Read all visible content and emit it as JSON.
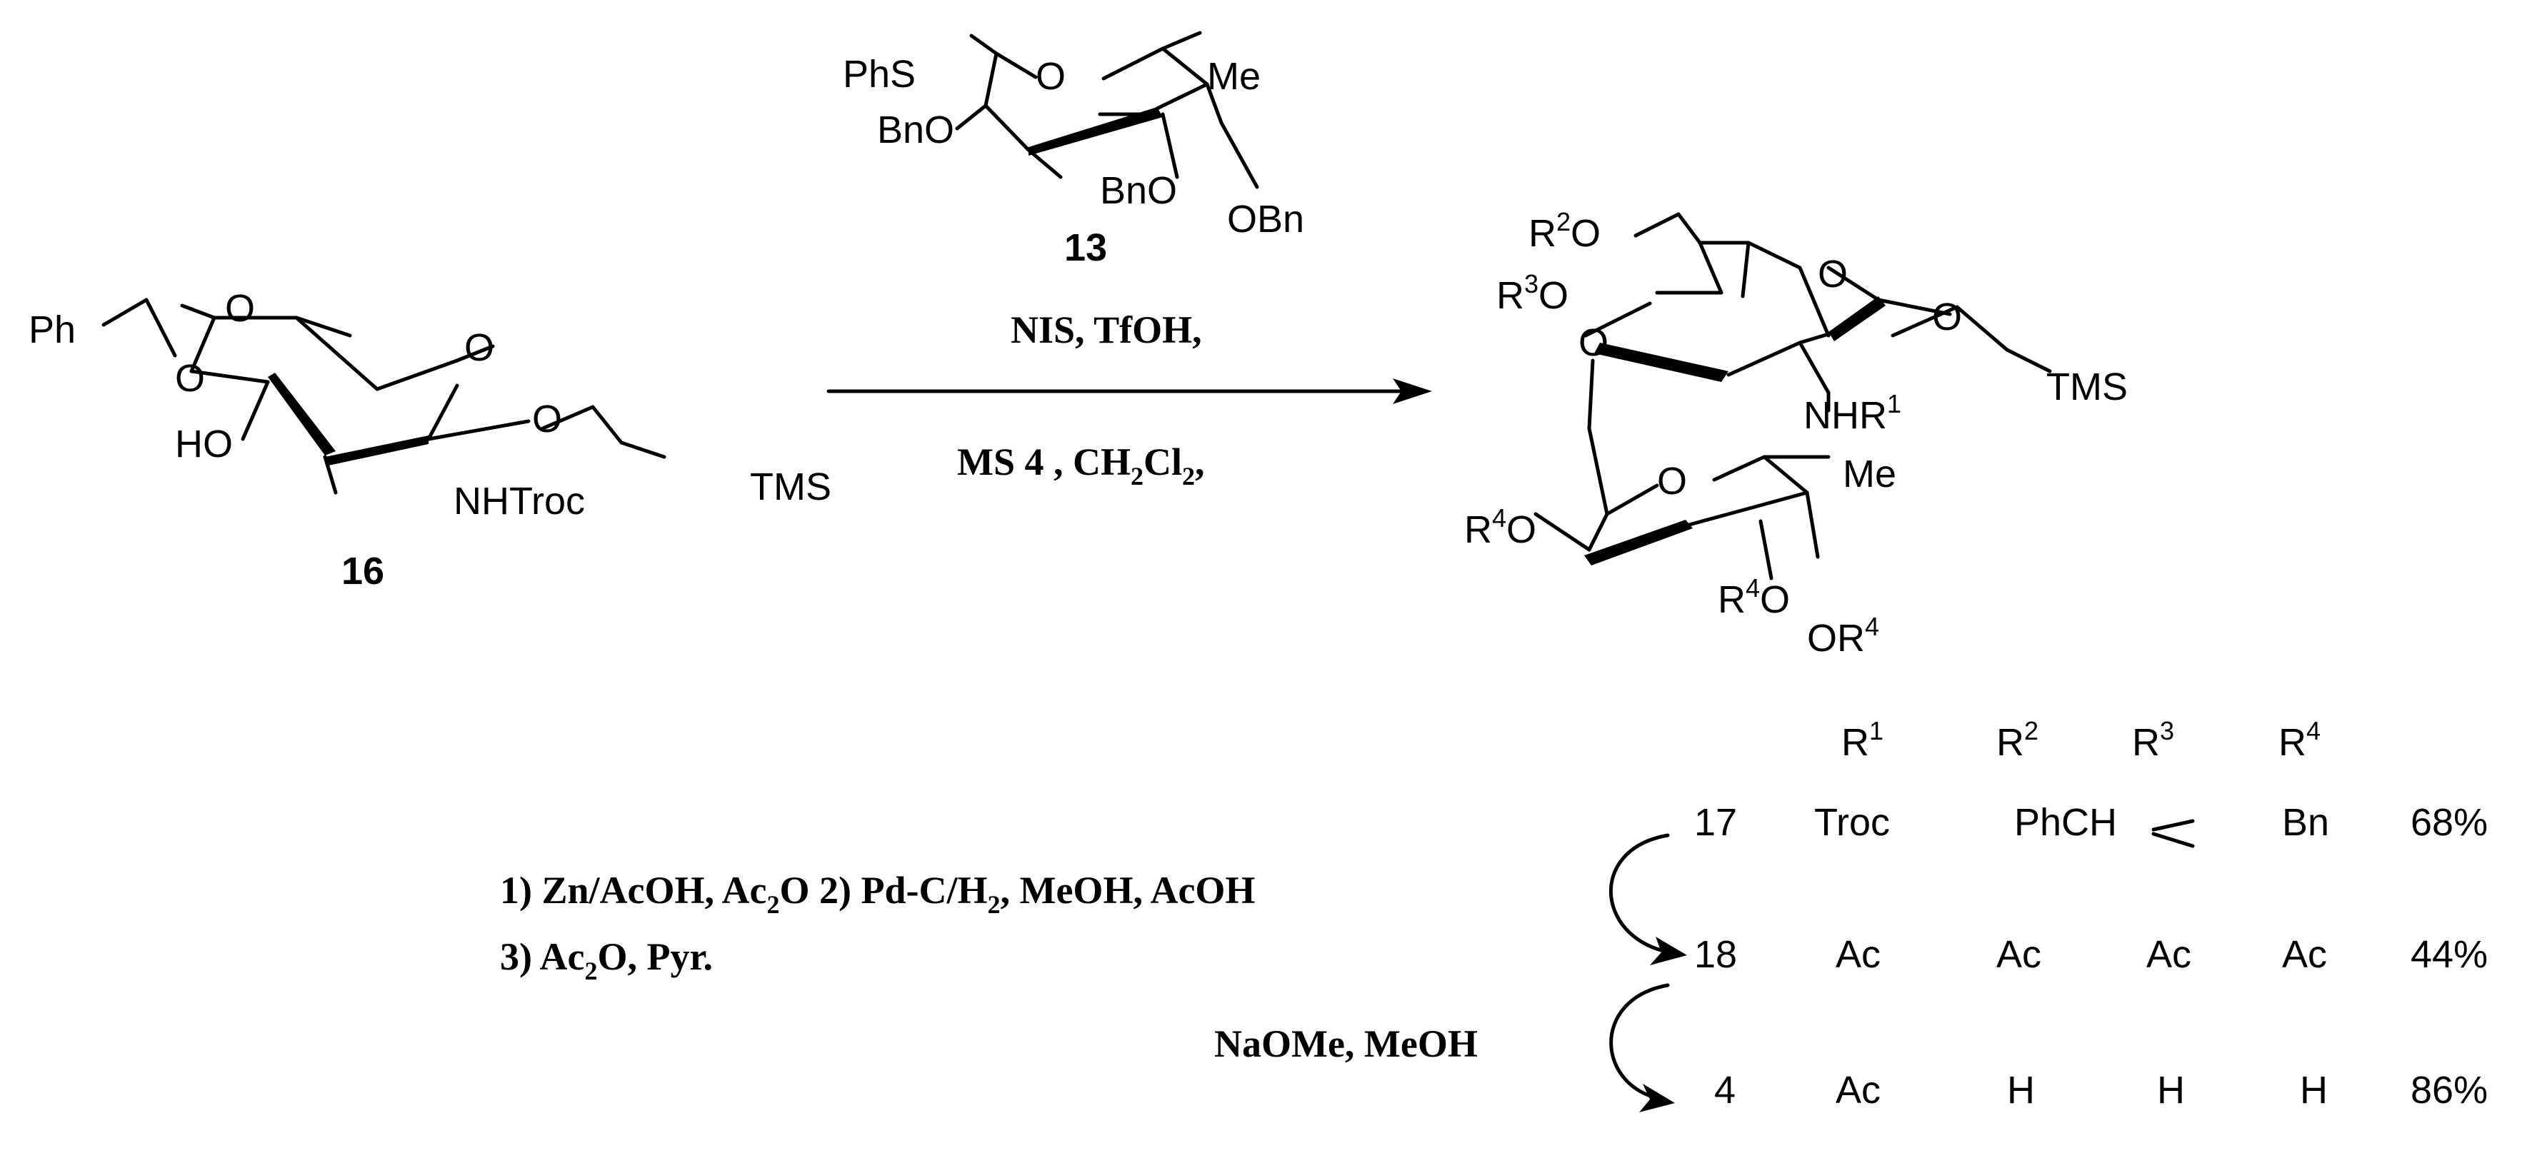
{
  "compounds": {
    "donor_13": {
      "id": "13",
      "atoms": {
        "phs": "PhS",
        "o_ring": "O",
        "me": "Me",
        "bno_left": "BnO",
        "bno_mid": "BnO",
        "obn": "OBn"
      }
    },
    "acceptor_16": {
      "id": "16",
      "atoms": {
        "ph": "Ph",
        "o_acetal_top": "O",
        "o_acetal_left": "O",
        "o_ring": "O",
        "ho": "HO",
        "o_glyc": "O",
        "nhtroc": "NHTroc",
        "tms": "TMS"
      }
    },
    "product": {
      "atoms": {
        "r2o_R": "R",
        "r2o_sup": "2",
        "r2o_O": "O",
        "r3o_R": "R",
        "r3o_sup": "3",
        "r3o_O": "O",
        "o_ring_upper": "O",
        "o_link": "O",
        "o_glyc": "O",
        "nhr_NHR": "NHR",
        "nhr_sup": "1",
        "tms": "TMS",
        "o_ring_lower": "O",
        "me": "Me",
        "r4o_a_R": "R",
        "r4o_a_sup": "4",
        "r4o_a_O": "O",
        "r4o_b_R": "R",
        "r4o_b_sup": "4",
        "r4o_b_O": "O",
        "or4_O": "OR",
        "or4_sup": "4"
      }
    }
  },
  "reaction": {
    "line1": "NIS, TfOH,",
    "line2_a": "MS  4   , CH",
    "line2_sub1": "2",
    "line2_b": "Cl",
    "line2_sub2": "2",
    "line2_c": ","
  },
  "steps": {
    "deprotection_line1_a": "1) Zn/AcOH, Ac",
    "deprotection_line1_sub": "2",
    "deprotection_line1_b": "O 2) Pd-C/H",
    "deprotection_line1_sub2": "2",
    "deprotection_line1_c": ", MeOH, AcOH",
    "deprotection_line2_a": "3) Ac",
    "deprotection_line2_sub": "2",
    "deprotection_line2_b": "O, Pyr.",
    "zemplen": "NaOMe, MeOH"
  },
  "table": {
    "headers": [
      {
        "r": "R",
        "sup": "1"
      },
      {
        "r": "R",
        "sup": "2"
      },
      {
        "r": "R",
        "sup": "3"
      },
      {
        "r": "R",
        "sup": "4"
      }
    ],
    "rows": [
      {
        "id": "17",
        "r1": "Troc",
        "r23": "PhCH",
        "r4": "Bn",
        "yield": "68%"
      },
      {
        "id": "18",
        "r1": "Ac",
        "r2": "Ac",
        "r3": "Ac",
        "r4": "Ac",
        "yield": "44%"
      },
      {
        "id": "4",
        "r1": "Ac",
        "r2": "H",
        "r3": "H",
        "r4": "H",
        "yield": "86%"
      }
    ]
  }
}
